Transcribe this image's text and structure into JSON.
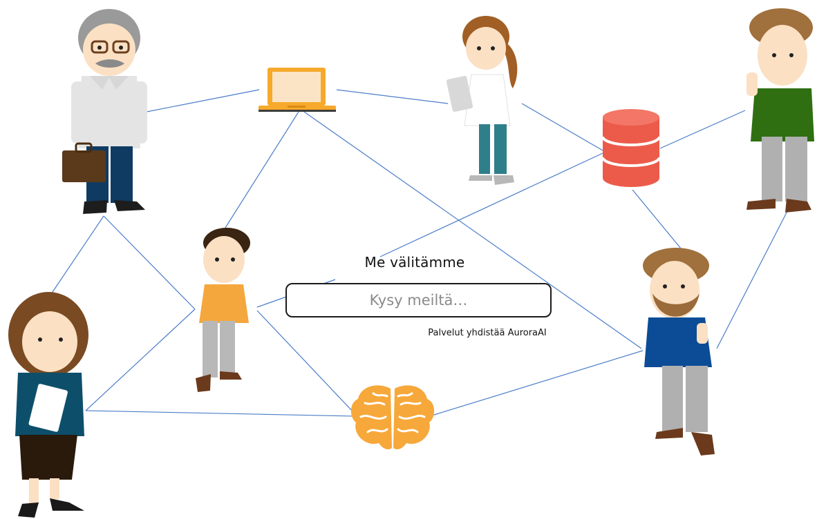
{
  "heading": "Me välitämme",
  "search": {
    "placeholder": "Kysy meiltä…"
  },
  "caption": "Palvelut yhdistää AuroraAI",
  "nodes": [
    {
      "name": "senior-businessman",
      "icon": "person-with-briefcase-icon"
    },
    {
      "name": "laptop",
      "icon": "laptop-icon"
    },
    {
      "name": "doctor",
      "icon": "person-with-tablet-icon"
    },
    {
      "name": "database",
      "icon": "database-icon"
    },
    {
      "name": "thinking-man",
      "icon": "person-thinking-icon"
    },
    {
      "name": "young-man",
      "icon": "person-icon"
    },
    {
      "name": "bearded-man",
      "icon": "person-thumbs-up-icon"
    },
    {
      "name": "woman-with-document",
      "icon": "person-with-document-icon"
    },
    {
      "name": "brain",
      "icon": "brain-icon"
    }
  ],
  "colors": {
    "line": "#4a7cc8",
    "laptop": "#f6a92b",
    "database": "#ec5b4a",
    "brain": "#f7a83a"
  }
}
